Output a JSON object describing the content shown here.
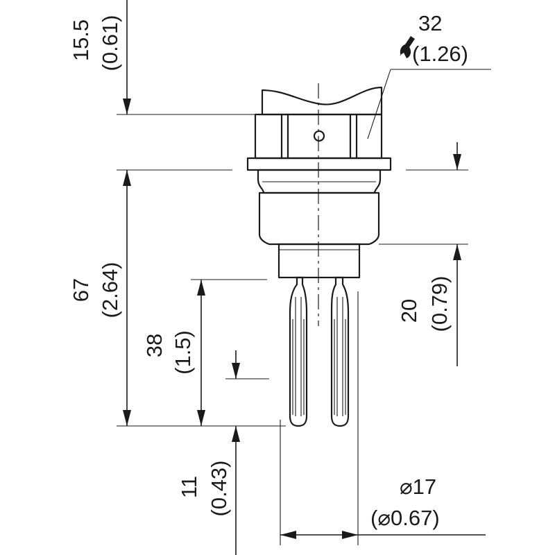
{
  "dimensions": {
    "flat_height": {
      "mm": "15.5",
      "inch": "(0.61)"
    },
    "wrench_size": {
      "mm": "32",
      "inch": "(1.26)"
    },
    "overall_length": {
      "mm": "67",
      "inch": "(2.64)"
    },
    "fork_length": {
      "mm": "38",
      "inch": "(1.5)"
    },
    "thread_length": {
      "mm": "20",
      "inch": "(0.79)"
    },
    "tip_length": {
      "mm": "11",
      "inch": "(0.43)"
    },
    "fork_diameter": {
      "mm": "⌀17",
      "inch": "(⌀0.67)"
    }
  },
  "icons": {
    "wrench": "wrench-icon"
  }
}
